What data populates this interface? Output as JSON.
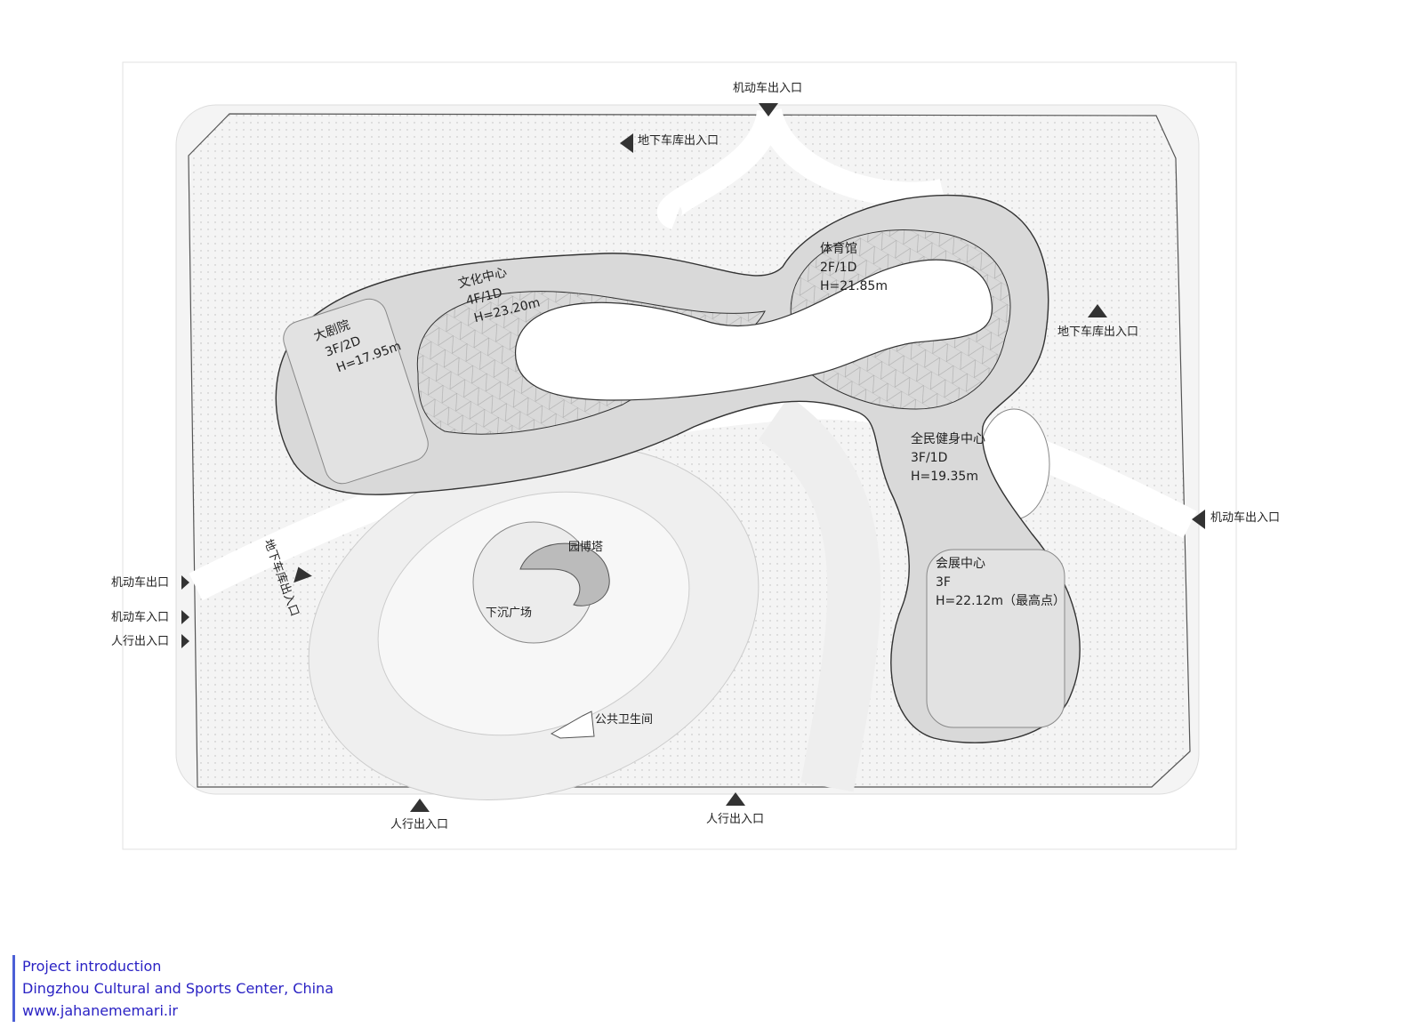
{
  "entrances": {
    "top_vehicle": "机动车出入口",
    "top_garage": "地下车库出入口",
    "right_garage": "地下车库出入口",
    "right_vehicle": "机动车出入口",
    "left_vehicle_exit": "机动车出口",
    "left_vehicle_entry": "机动车入口",
    "left_pedestrian": "人行出入口",
    "left_garage": "地下车库出入口",
    "bottom_pedestrian_1": "人行出入口",
    "bottom_pedestrian_2": "人行出入口"
  },
  "buildings": {
    "theatre": {
      "name": "大剧院",
      "floors": "3F/2D",
      "height": "H=17.95m"
    },
    "culture": {
      "name": "文化中心",
      "floors": "4F/1D",
      "height": "H=23.20m"
    },
    "gym": {
      "name": "体育馆",
      "floors": "2F/1D",
      "height": "H=21.85m"
    },
    "fitness": {
      "name": "全民健身中心",
      "floors": "3F/1D",
      "height": "H=19.35m"
    },
    "expo": {
      "name": "会展中心",
      "floors": "3F",
      "height": "H=22.12m（最高点）"
    }
  },
  "features": {
    "tower": "园博塔",
    "sunken_plaza": "下沉广场",
    "toilet": "公共卫生间"
  },
  "caption": {
    "line1": "Project introduction",
    "line2": "Dingzhou Cultural and Sports Center, China",
    "line3": "www.jahanememari.ir"
  },
  "colors": {
    "caption": "#2a22c4",
    "building_fill": "#d9d9d9",
    "line": "#333333"
  }
}
